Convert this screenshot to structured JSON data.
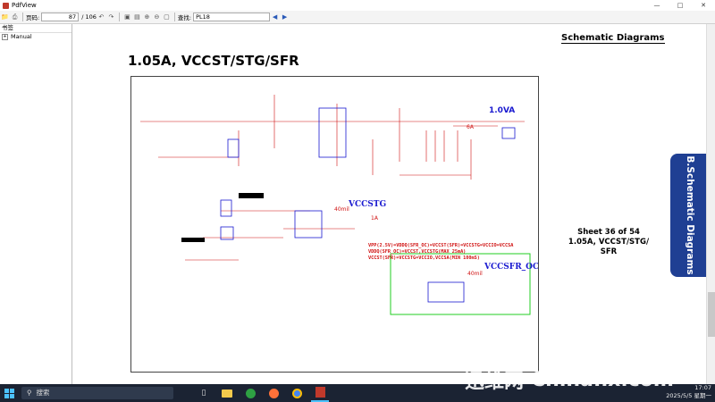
{
  "window": {
    "title": "PdfView"
  },
  "toolbar": {
    "page_label": "页码:",
    "page_current": "87",
    "page_total": "/ 106",
    "find_label": "查找:",
    "find_value": "PL18"
  },
  "sidebar": {
    "header": "书签",
    "items": [
      {
        "label": "Manual",
        "expander": "+"
      }
    ]
  },
  "document": {
    "header": "Schematic  Diagrams",
    "page_title": "1.05A, VCCST/STG/SFR",
    "sheet_line1": "Sheet 36 of 54",
    "sheet_line2": "1.05A, VCCST/STG/",
    "sheet_line3": "SFR",
    "side_tab": "B.Schematic Diagrams",
    "schematic": {
      "label_10va": "1.0VA",
      "label_vccstg": "VCCSTG",
      "label_vccsfr": "VCCSFR_OC",
      "label_1a": "1A",
      "label_40mil_a": "40mil",
      "label_40mil_b": "40mil",
      "label_6a": "6A",
      "note1": "VPP(2.5V)=VDDQ(SFR_OC)=VCCST(SFR)=VCCSTG=VCCIO=VCCSA",
      "note2": "VDDQ(SFR_OC)=VCCST,VCCSTG(MAX 25mA)",
      "note3": "VCCST(SFR)=VCCSTG=VCCIO,VCCSA(MIN 100mS)"
    }
  },
  "taskbar": {
    "search_placeholder": "搜索",
    "time": "17:07",
    "date": "2025/5/5 星期一"
  },
  "watermark": {
    "text1": "迅维网",
    "text2": "Chinafix.com"
  },
  "colors": {
    "sidetab": "#1f3f93",
    "schematic_red": "#d01010",
    "schematic_blue": "#1a1ad0",
    "taskbar": "#1b2333"
  }
}
